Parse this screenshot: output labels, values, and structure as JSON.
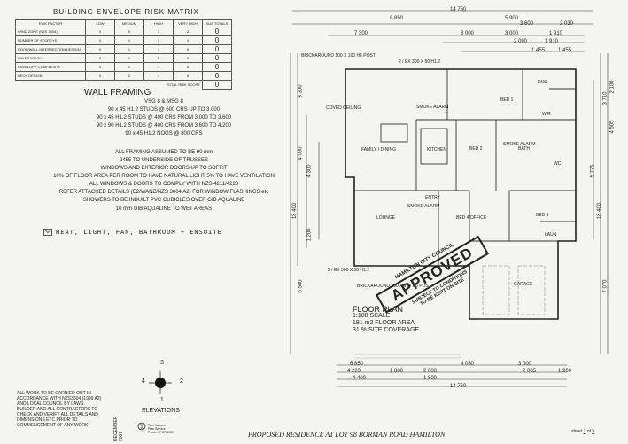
{
  "risk_matrix": {
    "title": "BUILDING ENVELOPE RISK MATRIX",
    "headers": [
      "RISK FACTOR",
      "LOW",
      "MEDIUM",
      "HIGH",
      "VERY HIGH",
      "SUB TOTALS"
    ],
    "rows": [
      {
        "label": "WIND ZONE (NZS 3604)",
        "low": "0",
        "medium": "0",
        "high": "1",
        "very_high": "2",
        "subtotal": "0"
      },
      {
        "label": "NUMBER OF STOREYS",
        "low": "0",
        "medium": "1",
        "high": "2",
        "very_high": "4",
        "subtotal": "0"
      },
      {
        "label": "ROOF/WALL INTERSECTION DESIGN",
        "low": "0",
        "medium": "1",
        "high": "3",
        "very_high": "5",
        "subtotal": "0"
      },
      {
        "label": "EAVES WIDTH",
        "low": "0",
        "medium": "1",
        "high": "2",
        "very_high": "5",
        "subtotal": "0"
      },
      {
        "label": "ENVELOPE COMPLEXITY",
        "low": "0",
        "medium": "1",
        "high": "3",
        "very_high": "6",
        "subtotal": "0"
      },
      {
        "label": "DECK DESIGN",
        "low": "0",
        "medium": "2",
        "high": "4",
        "very_high": "6",
        "subtotal": "0"
      }
    ],
    "total_label": "TOTAL RISK SCORE",
    "total": "0"
  },
  "wall_framing": {
    "title": "WALL FRAMING",
    "lines": [
      "VSG 8 & MSG 8",
      "90 x 45 H1.2 STUDS @ 600 CRS UP TO 3.000",
      "90 x 45 H1.2 STUDS @ 400 CRS FROM 3.000 TO 3.600",
      "90 x 90 H1.2 STUDS @ 400 CRS FROM 3.600 TO 4.200",
      "90 x 45 H1.2 NOGS @ 800 CRS"
    ]
  },
  "notes_block": [
    "ALL FRAMING ASSUMED TO BE 90 mm",
    "2455 TO UNDERSIDE OF TRUSSES",
    "WINDOWS AND EXTERIOR DOORS UP TO SOFFIT",
    "10% OF FLOOR AREA PER ROOM TO HAVE NATURAL LIGHT 5% TO HAVE VENTILATION",
    "ALL WINDOWS & DOORS TO COMPLY WITH NZS 4211/4223",
    "REFER ATTACHED DETAILS (E2/WANZ/NZS 3604 A2) FOR WINDOW FLASHINGS etc",
    "SHOWERS TO BE INBUILT PVC CUBICLES OVER GIB AQUALINE",
    "10 mm GIB AQUALINE TO WET AREAS"
  ],
  "handwritten_note": "HEAT, LIGHT, FAN, BATHROOM + ENSUITE",
  "elevations": {
    "label": "ELEVATIONS",
    "n1": "1",
    "n2": "2",
    "n3": "3",
    "n4": "4"
  },
  "general_notes": [
    "ALL WORK TO BE CARRIED OUT IN",
    "ACCORDANCE WITH NZS3604 (1999 A2)",
    "AND LOCAL COUNCIL BY LAWS.",
    "BUILDER AND ALL CONTRACTORS TO",
    "CHECK AND VERIFY ALL DETAILS AND",
    "DIMENSIONS ETC PRIOR TO",
    "COMMENCEMENT OF ANY WORK"
  ],
  "date": "DECEMBER 2007",
  "company": [
    "Tom Hansen",
    "Plan Service",
    "Phone 07 8710337"
  ],
  "footer_title": "PROPOSED RESIDENCE AT LOT 98 BORMAN ROAD HAMILTON",
  "sheet": {
    "label": "sheet",
    "num": "1",
    "of": "of",
    "total": "5"
  },
  "floor_plan": {
    "title": "FLOOR PLAN",
    "scale": "1:100 SCALE",
    "area": "181 m2 FLOOR AREA",
    "coverage": "31 % SITE COVERAGE"
  },
  "stamp": {
    "council": "HAMILTON CITY COUNCIL",
    "approved": "APPROVED",
    "subject": "SUBJECT TO CONDITIONS",
    "kept": "TO BE KEPT ON SITE"
  },
  "rooms": {
    "bed1": "BED 1",
    "wir": "W/R",
    "ens": "ENS",
    "bath": "BATH",
    "bed2": "BED 2",
    "bed3": "BED 3",
    "laun": "LAUN",
    "wc": "WC",
    "kitchen": "KITCHEN",
    "family": "FAMILY / DINING",
    "lounge": "LOUNGE",
    "entry": "ENTRY",
    "bedoffice": "BED 4/OFFICE",
    "garage": "GARAGE",
    "smoke1": "SMOKE ALARM",
    "smoke2": "SMOKE ALARM",
    "smoke3": "SMOKE ALARM",
    "coved": "COVED CEILING"
  },
  "dims": {
    "top_total": "14 750",
    "top_a": "8 850",
    "top_b": "5 900",
    "top_c": "3 600",
    "top_d": "2 030",
    "top_e": "7 300",
    "top_f": "3 000",
    "top_g": "3 000",
    "top_h": "1 910",
    "top_i": "2 090",
    "top_j": "1 910",
    "top_k": "1 455",
    "top_l": "1 455",
    "bot_total": "14 750",
    "bot_a": "6 850",
    "bot_b": "4 050",
    "bot_c": "3 000",
    "bot_d": "4 220",
    "bot_e": "1 800",
    "bot_f": "2 000",
    "bot_g": "4 400",
    "bot_h": "1 800",
    "bot_i": "2 005",
    "bot_j": "1 900",
    "left_total": "18 400",
    "left_a": "3 300",
    "left_b": "4 000",
    "left_c": "6 500",
    "left_d": "4 300",
    "left_e": "1 200",
    "right_total": "18 400",
    "right_a": "3 710",
    "right_b": "2 100",
    "right_c": "4 505",
    "right_d": "7 070",
    "right_e": "5 775"
  },
  "annotations": {
    "brickaround1": "BRICKAROUND 100 X 100 H5 POST",
    "brickaround2": "BRICKAROUND 100 X 100 H5 POST",
    "beam1": "2 / EX 300 X 50 H1.2",
    "beam2": "2 / EX 300 X 50 H1.2"
  }
}
